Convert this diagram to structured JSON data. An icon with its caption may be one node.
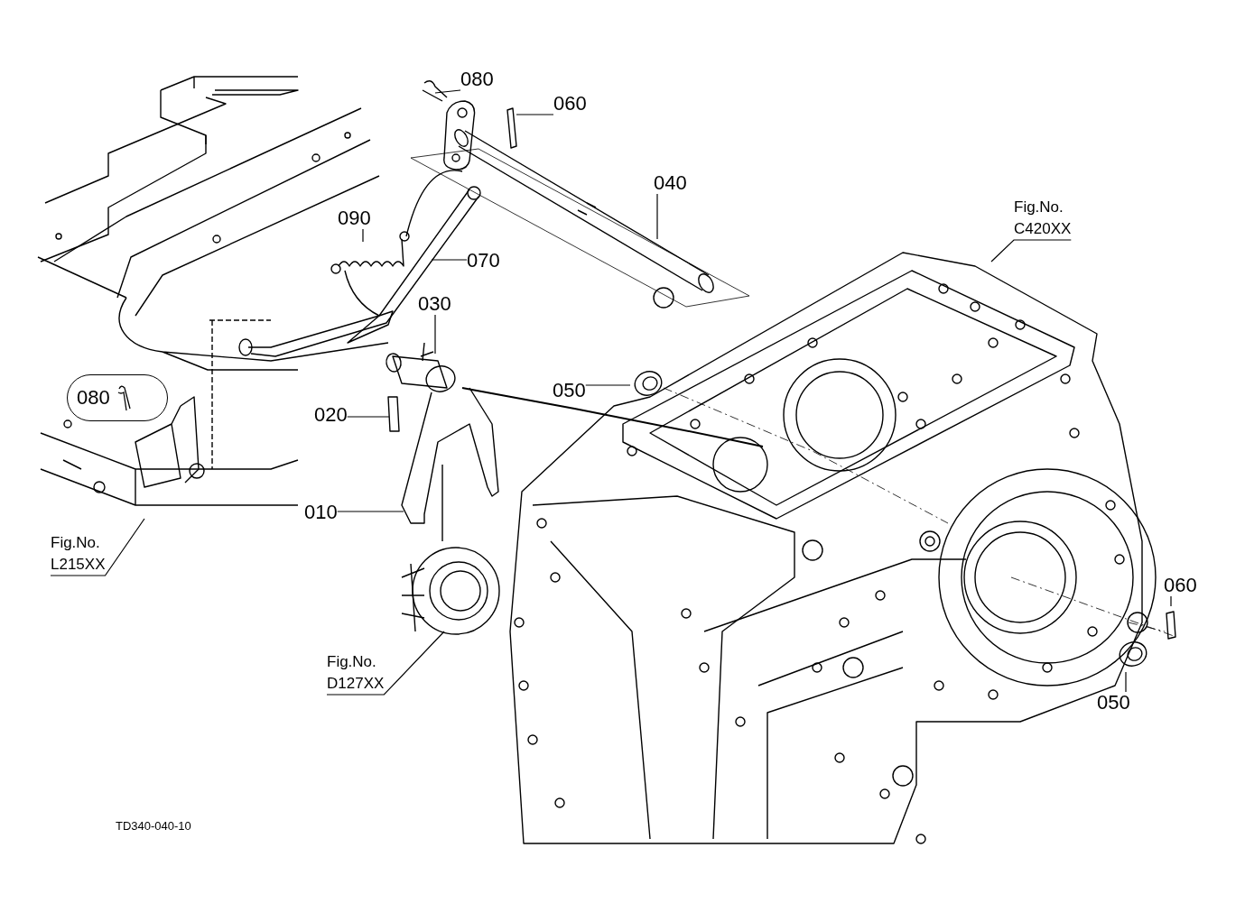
{
  "diagram": {
    "nodes": [
      {
        "text": [
          "080"
        ]
      },
      {
        "text": [
          "060"
        ]
      },
      {
        "text": [
          "040"
        ]
      },
      {
        "text": [
          "Fig.No.",
          "C420XX"
        ]
      },
      {
        "text": [
          "090"
        ]
      },
      {
        "text": [
          "070"
        ]
      },
      {
        "text": [
          "030"
        ]
      },
      {
        "text": [
          "050"
        ]
      },
      {
        "text": [
          "080"
        ]
      },
      {
        "text": [
          "020"
        ]
      },
      {
        "text": [
          "010"
        ]
      },
      {
        "text": [
          "Fig.No.",
          "L215XX"
        ]
      },
      {
        "text": [
          "Fig.No.",
          "D127XX"
        ]
      },
      {
        "text": [
          "060"
        ]
      },
      {
        "text": [
          "050"
        ]
      }
    ],
    "edges": [
      {
        "from": 0,
        "to": null,
        "arrow": "none"
      },
      {
        "from": 1,
        "to": null,
        "arrow": "none"
      },
      {
        "from": 2,
        "to": null,
        "arrow": "none"
      },
      {
        "from": 3,
        "to": null,
        "arrow": "none"
      },
      {
        "from": 4,
        "to": null,
        "arrow": "none"
      },
      {
        "from": 5,
        "to": null,
        "arrow": "none"
      },
      {
        "from": 6,
        "to": null,
        "arrow": "none"
      },
      {
        "from": 7,
        "to": null,
        "arrow": "none"
      },
      {
        "from": 9,
        "to": null,
        "arrow": "none"
      },
      {
        "from": 10,
        "to": null,
        "arrow": "none"
      },
      {
        "from": 11,
        "to": null,
        "arrow": "none"
      },
      {
        "from": 12,
        "to": null,
        "arrow": "none"
      },
      {
        "from": 13,
        "to": null,
        "arrow": "none"
      },
      {
        "from": 14,
        "to": null,
        "arrow": "none"
      }
    ],
    "labels": [
      "TD340-040-10"
    ]
  }
}
